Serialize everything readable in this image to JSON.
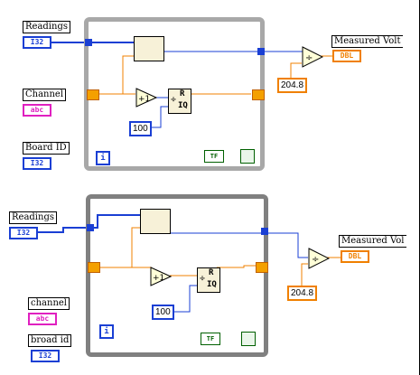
{
  "diagram1": {
    "readings_label": "Readings",
    "readings_type": "I32",
    "channel_label": "Channel",
    "channel_type": "abc",
    "board_label": "Board ID",
    "board_type": "I32",
    "output_label": "Measured Volt",
    "output_type": "DBL",
    "const_100": "100",
    "const_204": "204.8",
    "iteration_glyph": "i",
    "stop_glyph": "TF",
    "divide_glyph": "÷",
    "increment_glyph": "+1",
    "quotient_glyph": "R",
    "iq_glyph": "IQ"
  },
  "diagram2": {
    "readings_label": "Readings",
    "readings_type": "I32",
    "channel_label": "channel",
    "channel_type": "abc",
    "board_label": "broad id",
    "board_type": "I32",
    "output_label": "Measured Vol",
    "output_type": "DBL",
    "const_100": "100",
    "const_204": "204.8",
    "iteration_glyph": "i",
    "stop_glyph": "TF",
    "divide_glyph": "÷",
    "increment_glyph": "+1",
    "quotient_glyph": "R",
    "iq_glyph": "IQ"
  },
  "colors": {
    "int_wire": "#1a3fd4",
    "float_wire": "#f08000",
    "string": "#e020c0",
    "loop_border": "#a8a8a8",
    "loop_border_dark": "#808080"
  },
  "icons": [
    "array-subset-icon",
    "increment-icon",
    "quotient-remainder-icon",
    "divide-icon",
    "loop-iteration-icon",
    "stop-condition-icon",
    "shift-register-icon"
  ]
}
